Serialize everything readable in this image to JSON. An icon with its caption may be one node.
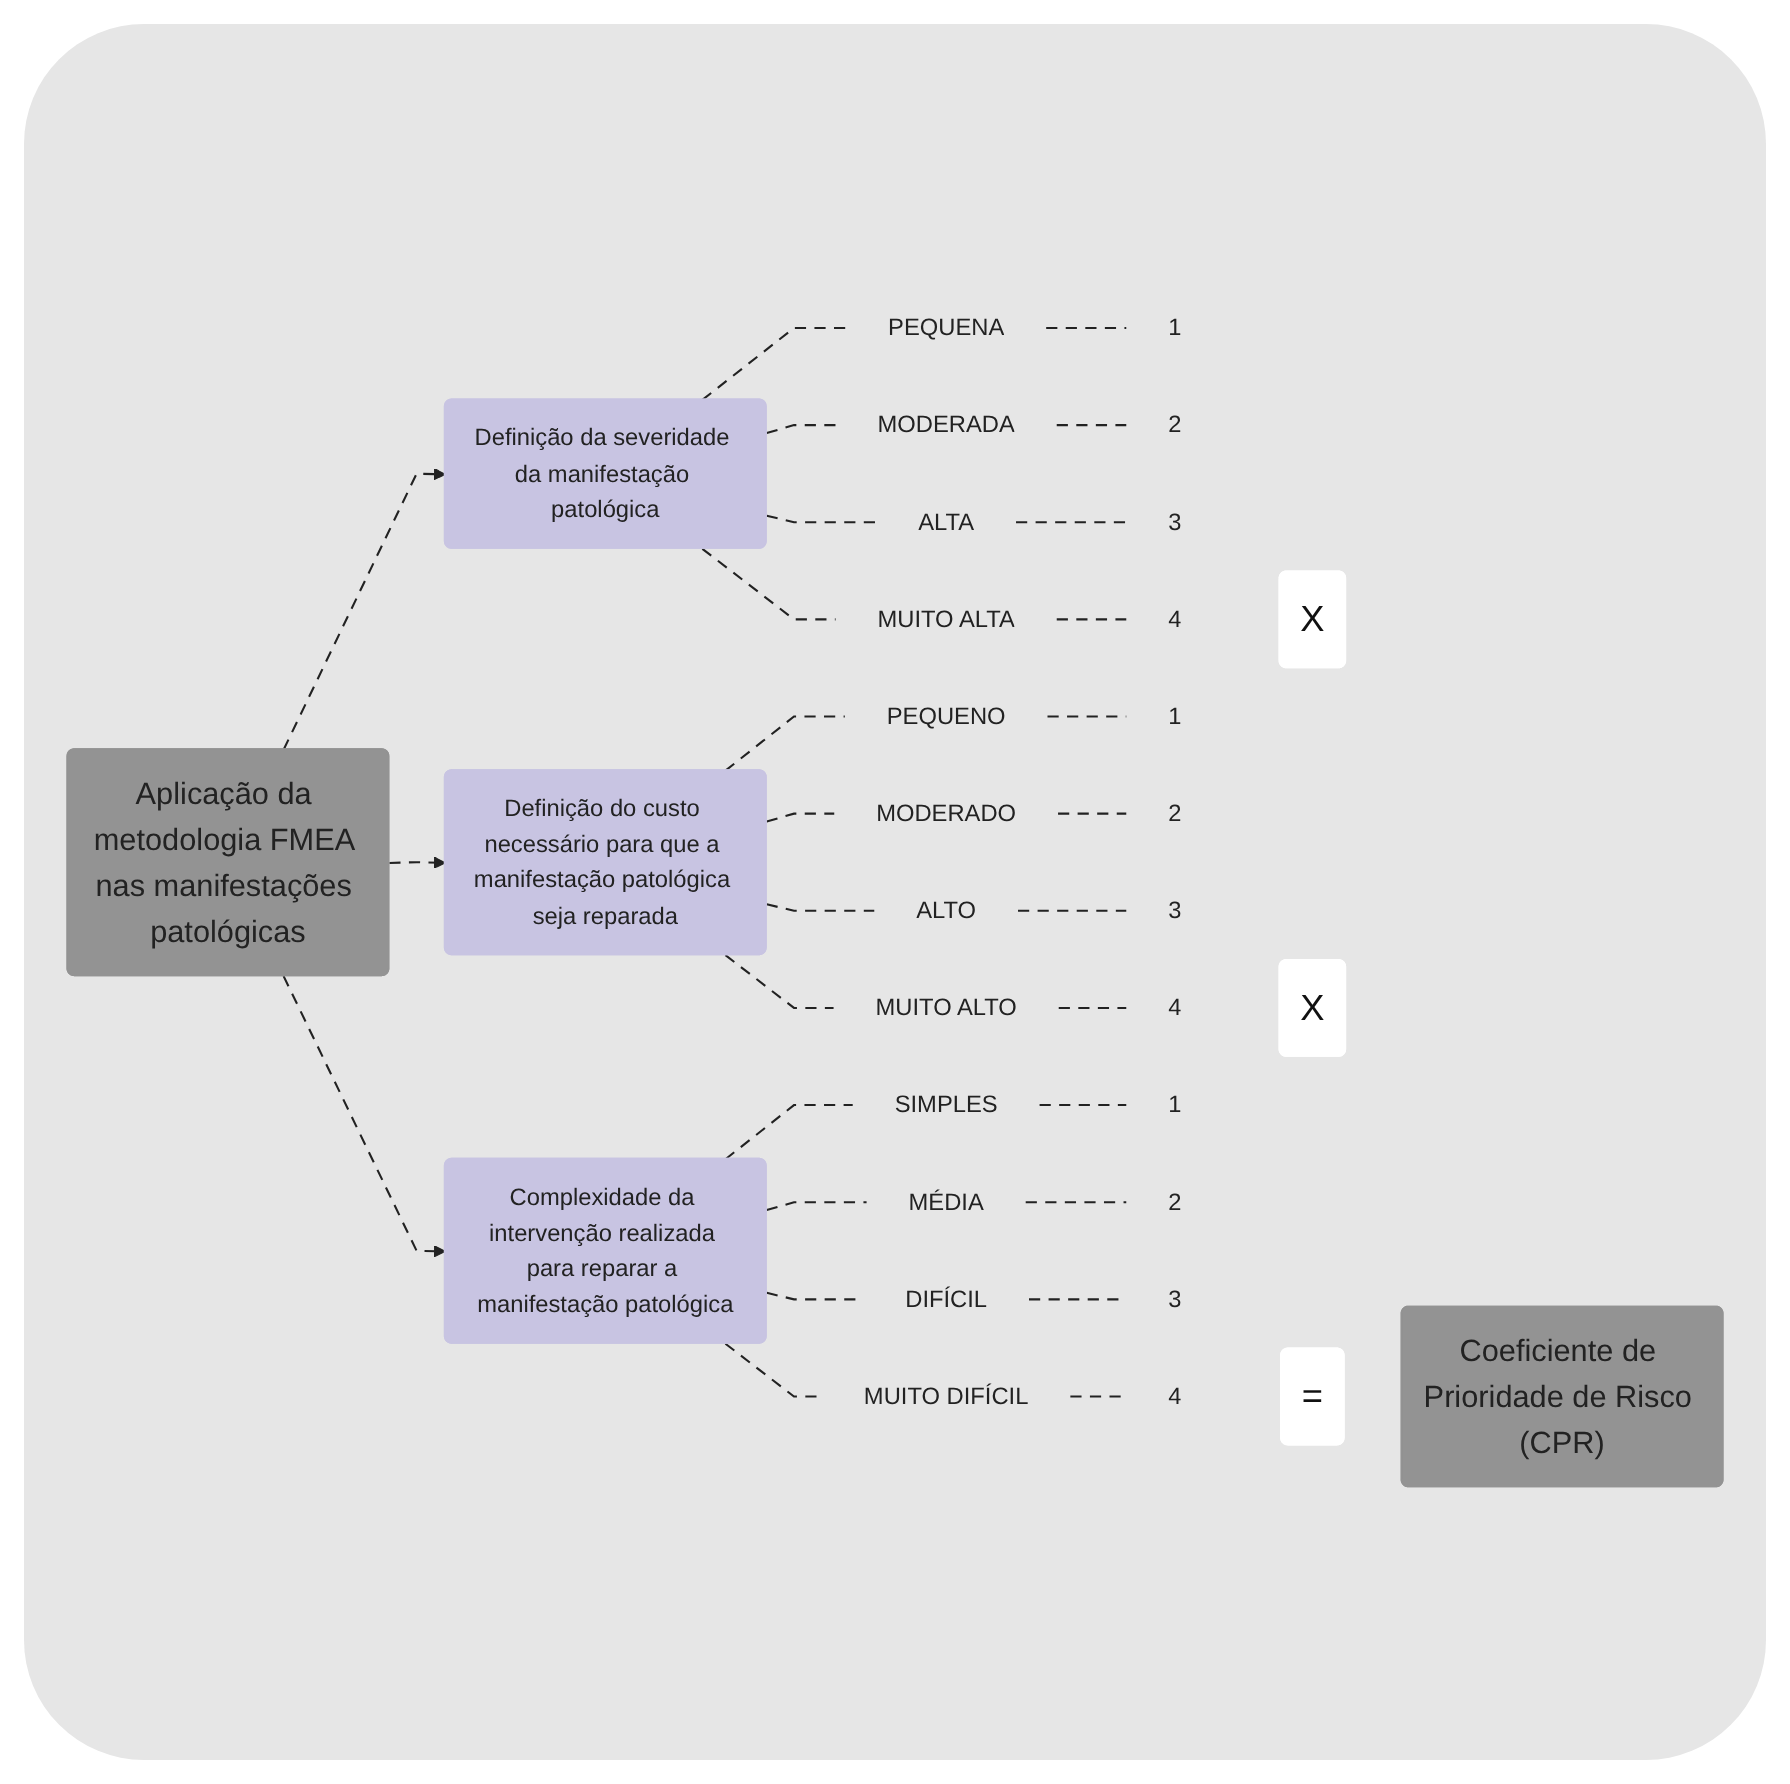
{
  "diagram": {
    "nodes": [
      {
        "text": [
          "Aplicação da metodologia FMEA nas manifestações patológicas"
        ]
      },
      {
        "text": [
          "Definição da severidade da manifestação patológica"
        ]
      },
      {
        "text": [
          "PEQUENA"
        ]
      },
      {
        "text": [
          "MODERADA"
        ]
      },
      {
        "text": [
          "ALTA"
        ]
      },
      {
        "text": [
          "MUITO ALTA"
        ]
      },
      {
        "text": [
          "1"
        ]
      },
      {
        "text": [
          "2"
        ]
      },
      {
        "text": [
          "3"
        ]
      },
      {
        "text": [
          "4"
        ]
      },
      {
        "text": [
          "X"
        ]
      },
      {
        "text": [
          "Definição do custo necessário para que a manifestação patológica seja reparada"
        ]
      },
      {
        "text": [
          "PEQUENO"
        ]
      },
      {
        "text": [
          "MODERADO"
        ]
      },
      {
        "text": [
          "ALTO"
        ]
      },
      {
        "text": [
          "MUITO ALTO"
        ]
      },
      {
        "text": [
          "1"
        ]
      },
      {
        "text": [
          "2"
        ]
      },
      {
        "text": [
          "3"
        ]
      },
      {
        "text": [
          "4"
        ]
      },
      {
        "text": [
          "X"
        ]
      },
      {
        "text": [
          "Complexidade da intervenção realizada para reparar a manifestação patológica"
        ]
      },
      {
        "text": [
          "SIMPLES"
        ]
      },
      {
        "text": [
          "MÉDIA"
        ]
      },
      {
        "text": [
          "DIFÍCIL"
        ]
      },
      {
        "text": [
          "MUITO DIFÍCIL"
        ]
      },
      {
        "text": [
          "1"
        ]
      },
      {
        "text": [
          "2"
        ]
      },
      {
        "text": [
          "3"
        ]
      },
      {
        "text": [
          "4"
        ]
      },
      {
        "text": [
          "="
        ]
      },
      {
        "text": [
          "Coeficiente de Prioridade de Risco (CPR)"
        ]
      }
    ],
    "edges": [
      {
        "from": 0,
        "to": 1,
        "arrow": "to",
        "style": "dashed"
      },
      {
        "from": 1,
        "to": 2,
        "arrow": "none",
        "style": "dashed"
      },
      {
        "from": 1,
        "to": 3,
        "arrow": "none",
        "style": "dashed"
      },
      {
        "from": 1,
        "to": 4,
        "arrow": "none",
        "style": "dashed"
      },
      {
        "from": 1,
        "to": 5,
        "arrow": "none",
        "style": "dashed"
      },
      {
        "from": 2,
        "to": 6,
        "arrow": "none",
        "style": "dashed"
      },
      {
        "from": 3,
        "to": 7,
        "arrow": "none",
        "style": "dashed"
      },
      {
        "from": 4,
        "to": 8,
        "arrow": "none",
        "style": "dashed"
      },
      {
        "from": 5,
        "to": 9,
        "arrow": "none",
        "style": "dashed"
      },
      {
        "from": 0,
        "to": 11,
        "arrow": "to",
        "style": "dashed"
      },
      {
        "from": 11,
        "to": 12,
        "arrow": "none",
        "style": "dashed"
      },
      {
        "from": 11,
        "to": 13,
        "arrow": "none",
        "style": "dashed"
      },
      {
        "from": 11,
        "to": 14,
        "arrow": "none",
        "style": "dashed"
      },
      {
        "from": 11,
        "to": 15,
        "arrow": "none",
        "style": "dashed"
      },
      {
        "from": 12,
        "to": 16,
        "arrow": "none",
        "style": "dashed"
      },
      {
        "from": 13,
        "to": 17,
        "arrow": "none",
        "style": "dashed"
      },
      {
        "from": 14,
        "to": 18,
        "arrow": "none",
        "style": "dashed"
      },
      {
        "from": 15,
        "to": 19,
        "arrow": "none",
        "style": "dashed"
      },
      {
        "from": 0,
        "to": 21,
        "arrow": "to",
        "style": "dashed"
      },
      {
        "from": 21,
        "to": 22,
        "arrow": "none",
        "style": "dashed"
      },
      {
        "from": 21,
        "to": 23,
        "arrow": "none",
        "style": "dashed"
      },
      {
        "from": 21,
        "to": 24,
        "arrow": "none",
        "style": "dashed"
      },
      {
        "from": 21,
        "to": 25,
        "arrow": "none",
        "style": "dashed"
      },
      {
        "from": 22,
        "to": 26,
        "arrow": "none",
        "style": "dashed"
      },
      {
        "from": 23,
        "to": 27,
        "arrow": "none",
        "style": "dashed"
      },
      {
        "from": 24,
        "to": 28,
        "arrow": "none",
        "style": "dashed"
      },
      {
        "from": 25,
        "to": 29,
        "arrow": "none",
        "style": "dashed"
      }
    ]
  }
}
